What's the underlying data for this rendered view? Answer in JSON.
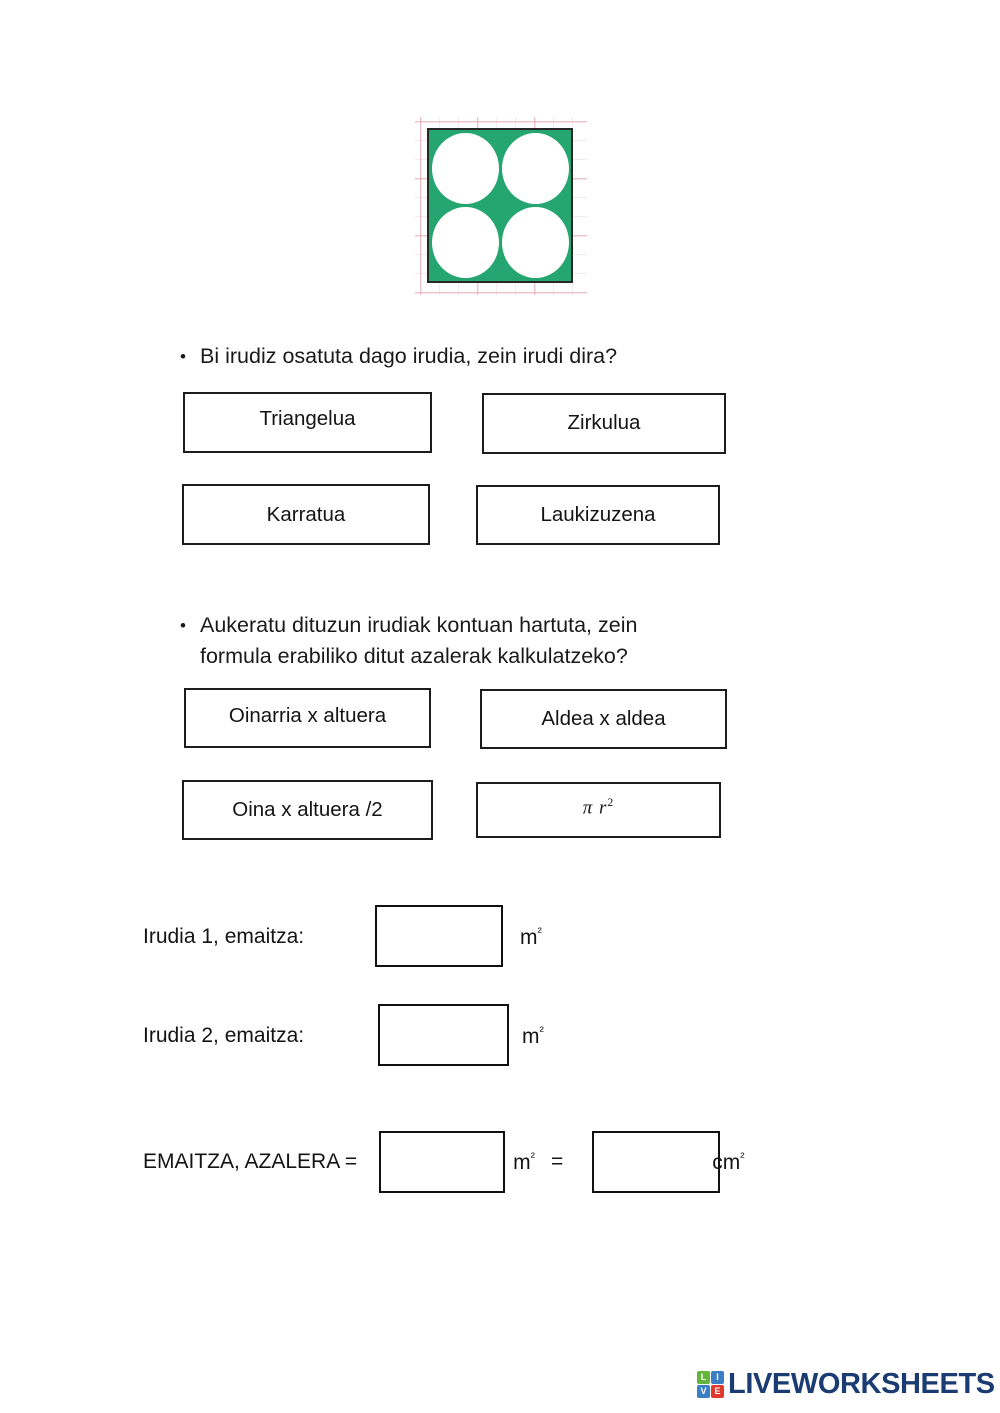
{
  "figure": {
    "name": "green-square-with-four-circles",
    "square_color": "#25a56f",
    "border_color": "#262626",
    "circle_color": "#ffffff",
    "circle_count": 4,
    "grid_line_color": "#e2a4b0"
  },
  "questions": [
    {
      "bullet": "•",
      "text": "Bi irudiz osatuta dago irudia, zein irudi dira?",
      "options": [
        {
          "label": "Triangelua"
        },
        {
          "label": "Zirkulua"
        },
        {
          "label": "Karratua"
        },
        {
          "label": "Laukizuzena"
        }
      ]
    },
    {
      "bullet": "•",
      "text": "Aukeratu dituzun irudiak kontuan hartuta, zein\nformula erabiliko ditut azalerak kalkulatzeko?",
      "options": [
        {
          "label": "Oinarria x altuera"
        },
        {
          "label": "Aldea x aldea"
        },
        {
          "label": "Oina x altuera /2"
        },
        {
          "label_pi": "π r",
          "label_sup": "2"
        }
      ]
    }
  ],
  "answers": [
    {
      "label": "Irudia 1, emaitza:",
      "value": "",
      "unit": "m",
      "unit_sup": "²"
    },
    {
      "label": "Irudia 2, emaitza:",
      "value": "",
      "unit": "m",
      "unit_sup": "²"
    }
  ],
  "result_row": {
    "label": "EMAITZA, AZALERA =",
    "value_1": "",
    "unit_1": "m",
    "unit_1_sup": "²",
    "equals": "=",
    "value_2": "",
    "unit_2": "cm",
    "unit_2_sup": "²"
  },
  "logo": {
    "tiles": [
      {
        "letter": "L",
        "color": "#63b63b"
      },
      {
        "letter": "I",
        "color": "#3a7fc4"
      },
      {
        "letter": "V",
        "color": "#3a7fc4"
      },
      {
        "letter": "E",
        "color": "#e0392c"
      }
    ],
    "wordmark": "LIVEWORKSHEETS",
    "wordmark_color": "#1b3c73"
  }
}
